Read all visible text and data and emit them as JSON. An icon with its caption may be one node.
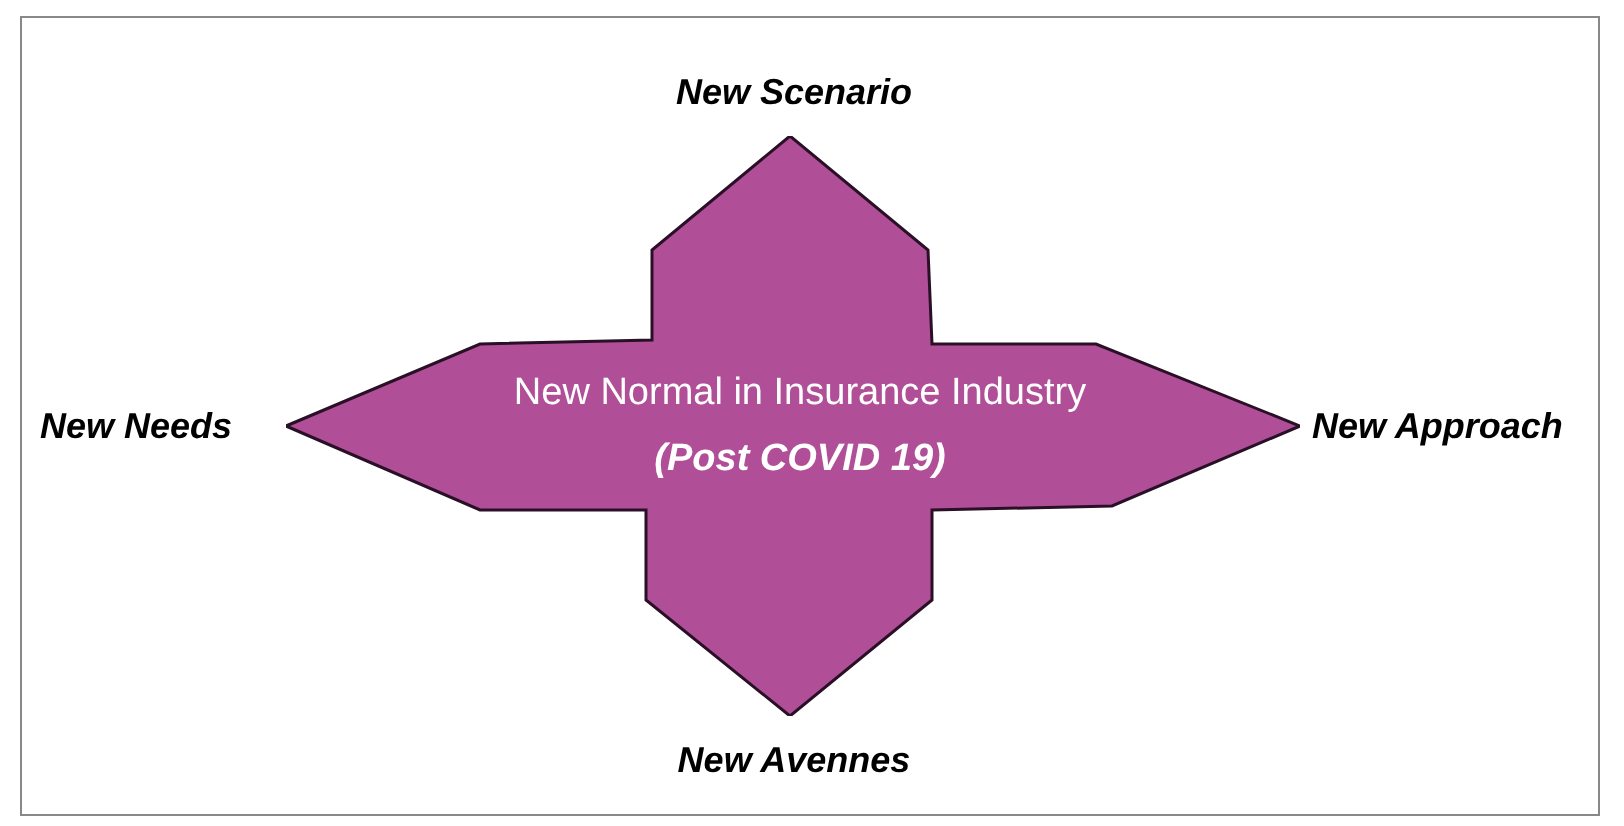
{
  "diagram": {
    "nodes": [
      {
        "text": [
          "New Normal in Insurance Industry",
          "(Post COVID 19)"
        ]
      }
    ],
    "edges": [],
    "labels": [
      "New Scenario",
      "New Needs",
      "New Approach",
      "New Avennes"
    ]
  }
}
